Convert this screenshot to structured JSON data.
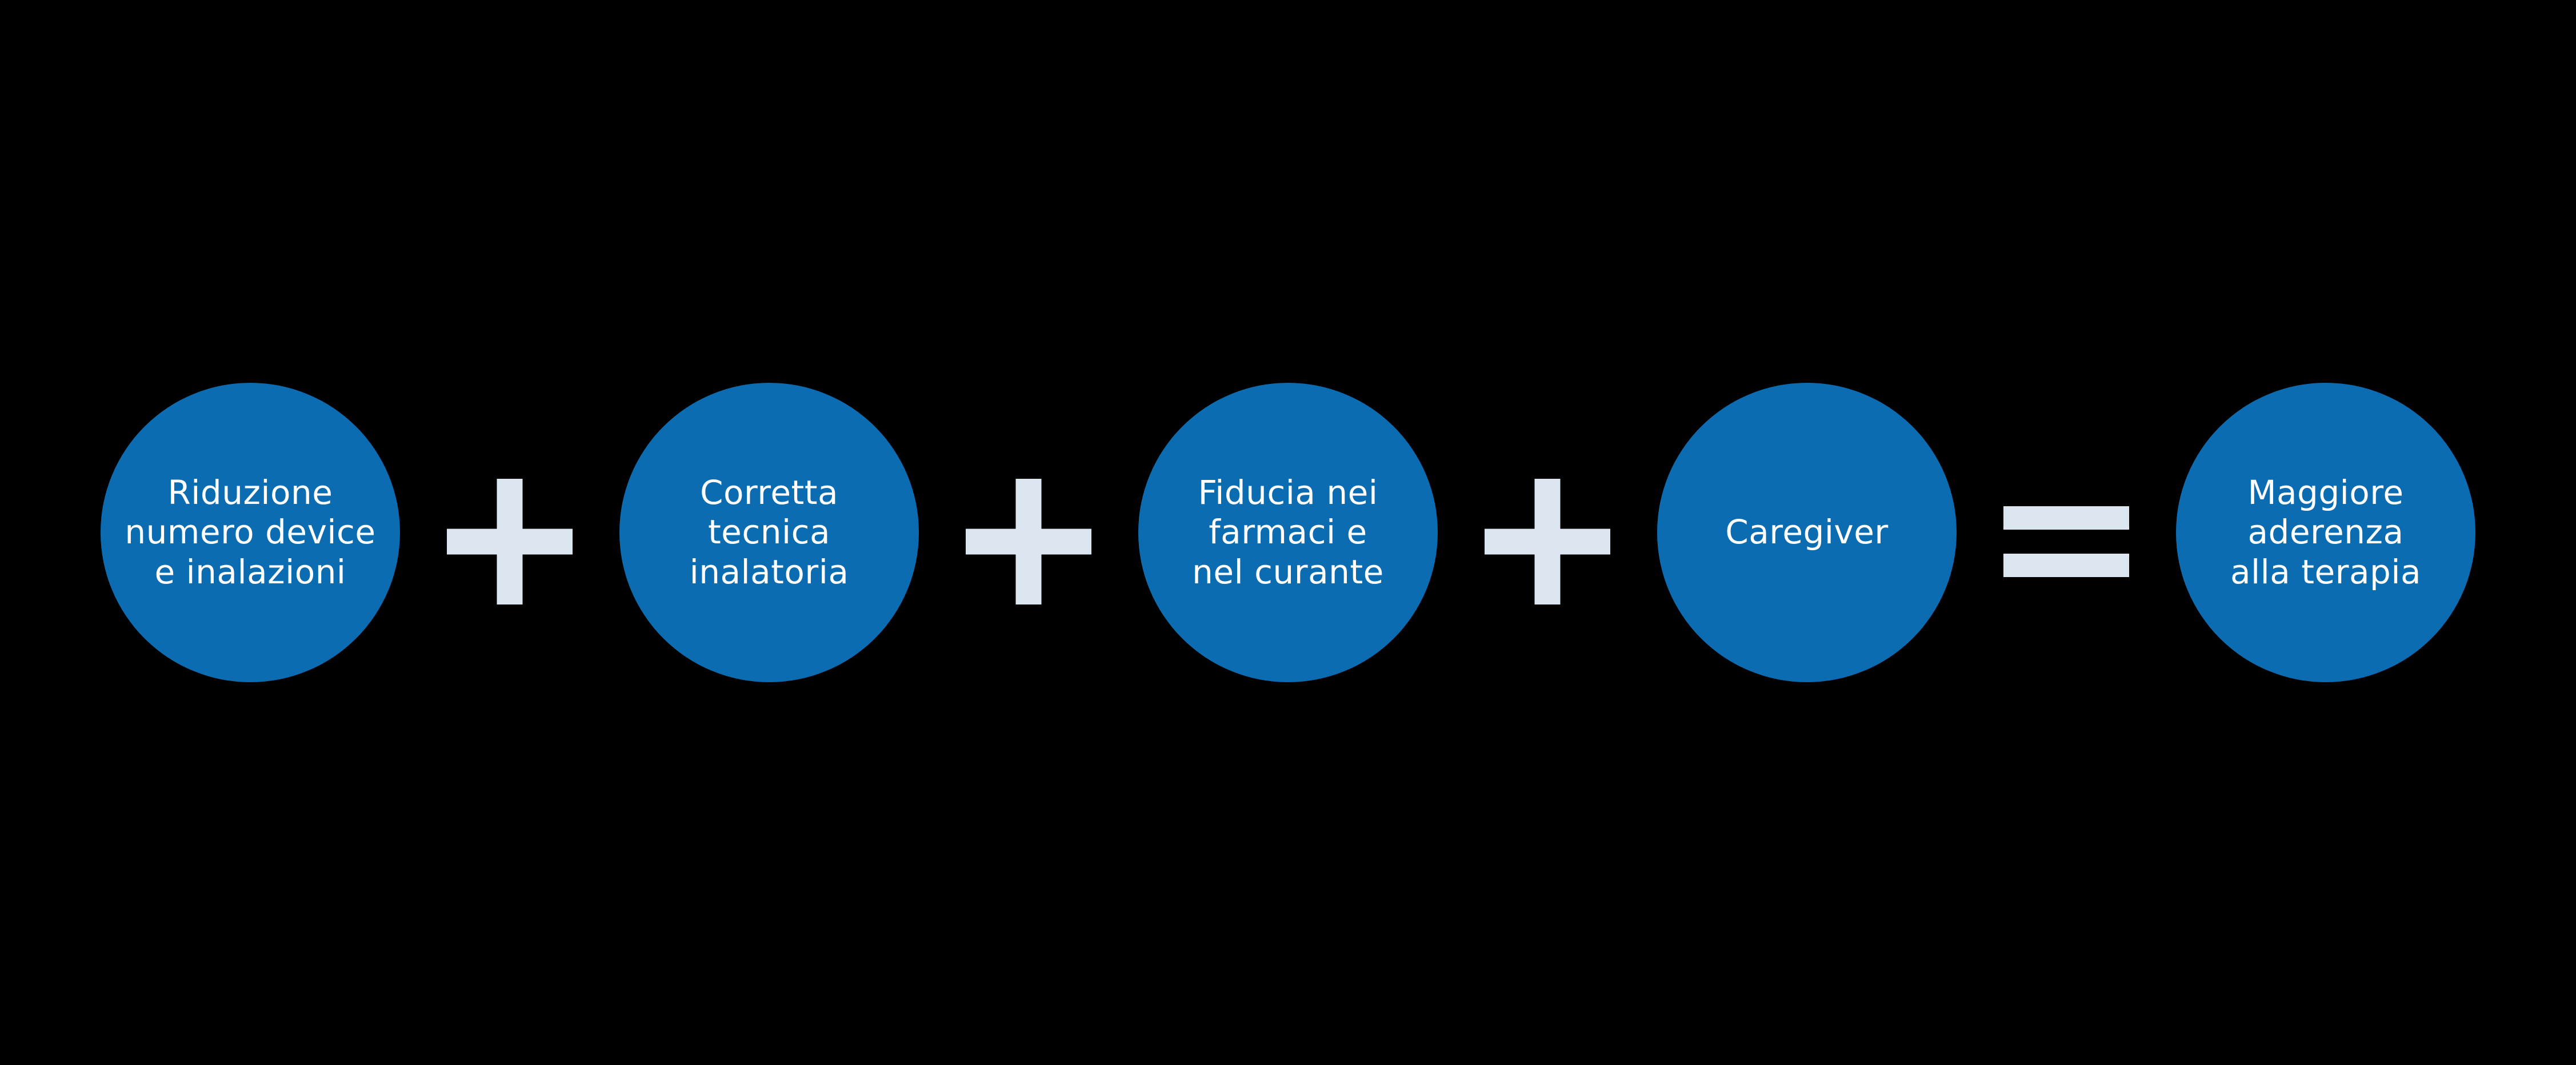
{
  "diagram": {
    "colors": {
      "background": "#000000",
      "circle_fill": "#0c6cb2",
      "circle_text": "#ffffff",
      "operator": "#dce6f1"
    },
    "circles": [
      {
        "label": "Riduzione\nnumero device\ne inalazioni"
      },
      {
        "label": "Corretta\ntecnica\ninalatoria"
      },
      {
        "label": "Fiducia nei\nfarmaci e\nnel curante"
      },
      {
        "label": "Caregiver"
      },
      {
        "label": "Maggiore\naderenza\nalla terapia"
      }
    ],
    "operators": [
      {
        "symbol": "+"
      },
      {
        "symbol": "+"
      },
      {
        "symbol": "+"
      },
      {
        "symbol": "="
      }
    ]
  }
}
